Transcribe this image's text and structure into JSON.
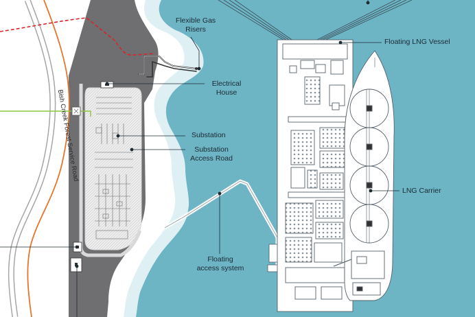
{
  "labels": {
    "flexible_gas_risers": [
      "Flexible Gas",
      "Risers"
    ],
    "floating_lng_vessel": "Floating LNG Vessel",
    "electrical_house": [
      "Electrical",
      "House"
    ],
    "substation": "Substation",
    "substation_access_road": [
      "Substation",
      "Access Road"
    ],
    "lng_carrier": "LNG Carrier",
    "floating_access_system": [
      "Floating",
      "access system"
    ],
    "road_name": "Bish Creek Forest Service Road"
  },
  "colors": {
    "sea": "#6db4c4",
    "surf": "#dff0f4",
    "land": "#ffffff",
    "pad": "#6f6f72",
    "road_orange": "#e8742c",
    "boundary_red": "#d8232a",
    "power_green": "#8cc63f",
    "vessel_line": "#55616b"
  }
}
